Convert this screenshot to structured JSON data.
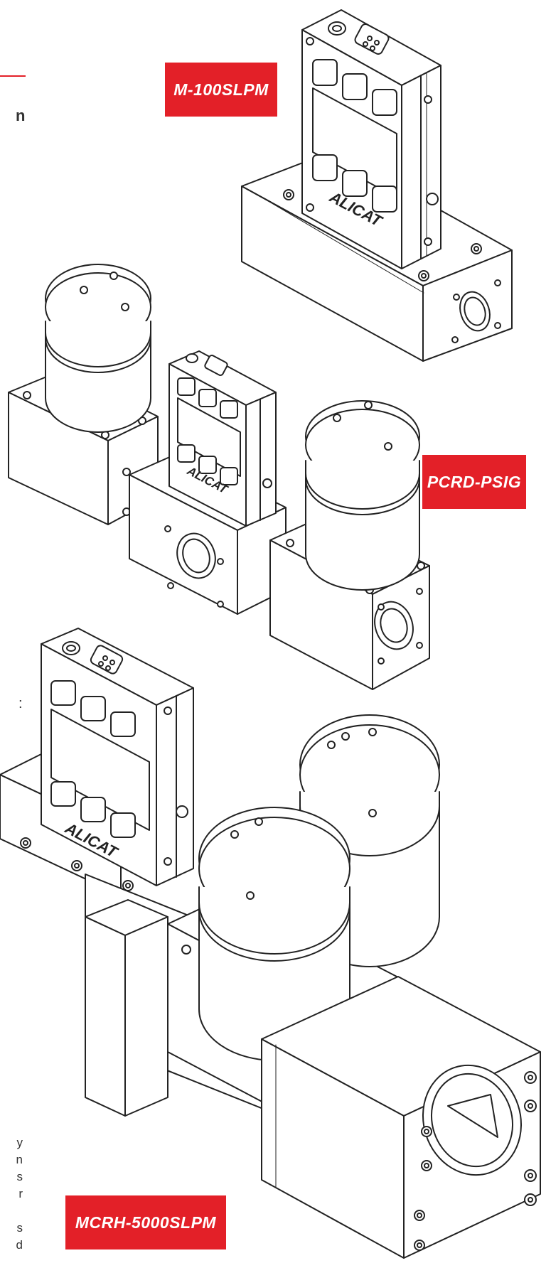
{
  "labels": {
    "m100": "M-100SLPM",
    "pcrd": "PCRD-PSIG",
    "mcrh": "MCRH-5000SLPM"
  },
  "logo_text": "ALICAT",
  "edge_text": {
    "top_char": "n",
    "mid_char": ":",
    "bottom_lines": [
      "y",
      "n",
      "s",
      "r",
      "",
      "s",
      "d"
    ]
  },
  "colors": {
    "label_bg": "#e32028",
    "line": "#222222"
  }
}
